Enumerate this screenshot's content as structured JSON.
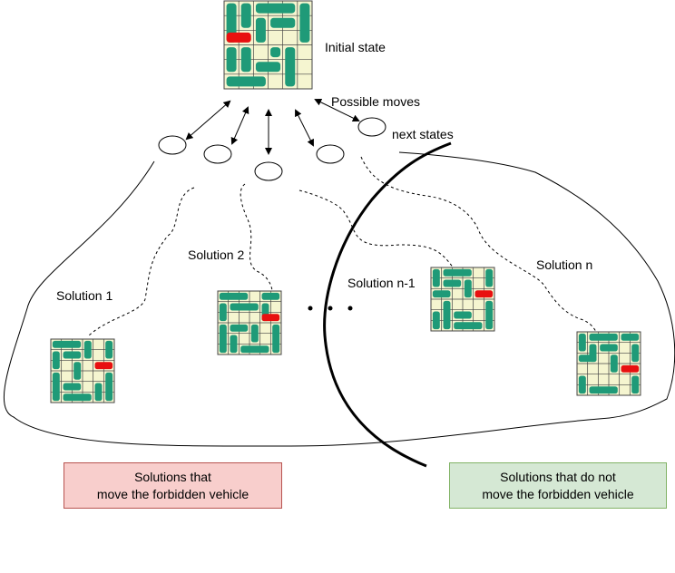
{
  "labels": {
    "initial_state": "Initial state",
    "possible_moves": "Possible moves",
    "next_states": "next states",
    "solution_1": "Solution 1",
    "solution_2": "Solution 2",
    "solution_n1": "Solution n-1",
    "solution_n": "Solution n"
  },
  "boxes": {
    "forbidden": {
      "line1": "Solutions that",
      "line2": "move the forbidden vehicle"
    },
    "not_forbidden": {
      "line1": "Solutions that do not",
      "line2": "move the forbidden vehicle"
    }
  },
  "colors": {
    "board_bg": "#f5f5d0",
    "board_grid": "#444444",
    "vehicle": "#1f9a78",
    "target_vehicle": "#e81010",
    "forbidden_box_fill": "#f8cecc",
    "forbidden_box_border": "#b85450",
    "allowed_box_fill": "#d5e8d4",
    "allowed_box_border": "#82b366"
  },
  "icons": {
    "ellipsis": "three-dots"
  }
}
